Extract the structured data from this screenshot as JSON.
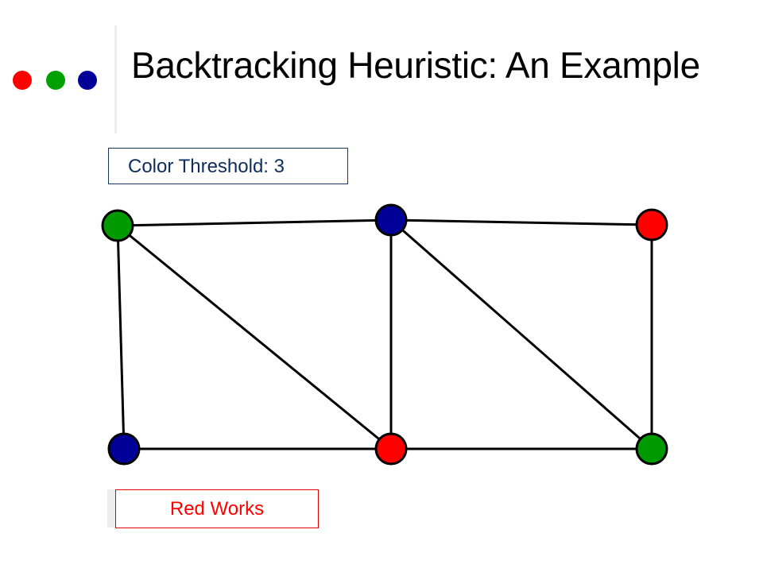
{
  "header": {
    "title": "Backtracking Heuristic: An Example",
    "logo_dots": [
      {
        "icon": "red-dot-icon",
        "color": "#ff0000"
      },
      {
        "icon": "green-dot-icon",
        "color": "#00a000"
      },
      {
        "icon": "blue-dot-icon",
        "color": "#000099"
      }
    ]
  },
  "threshold": {
    "label": "Color Threshold: 3"
  },
  "status": {
    "label": "Red Works",
    "color": "#ff0000"
  },
  "palette": {
    "red": "#ff0000",
    "green": "#009900",
    "blue": "#000099",
    "edge": "#000000"
  },
  "graph": {
    "nodes": [
      {
        "id": "top-left",
        "color": "green"
      },
      {
        "id": "top-middle",
        "color": "blue"
      },
      {
        "id": "top-right",
        "color": "red"
      },
      {
        "id": "bottom-left",
        "color": "blue"
      },
      {
        "id": "bottom-middle",
        "color": "red"
      },
      {
        "id": "bottom-right",
        "color": "green"
      }
    ],
    "edges": [
      [
        "top-left",
        "top-middle"
      ],
      [
        "top-middle",
        "top-right"
      ],
      [
        "bottom-left",
        "bottom-middle"
      ],
      [
        "bottom-middle",
        "bottom-right"
      ],
      [
        "top-left",
        "bottom-left"
      ],
      [
        "top-middle",
        "bottom-middle"
      ],
      [
        "top-right",
        "bottom-right"
      ],
      [
        "top-left",
        "bottom-middle"
      ],
      [
        "top-middle",
        "bottom-right"
      ]
    ]
  }
}
